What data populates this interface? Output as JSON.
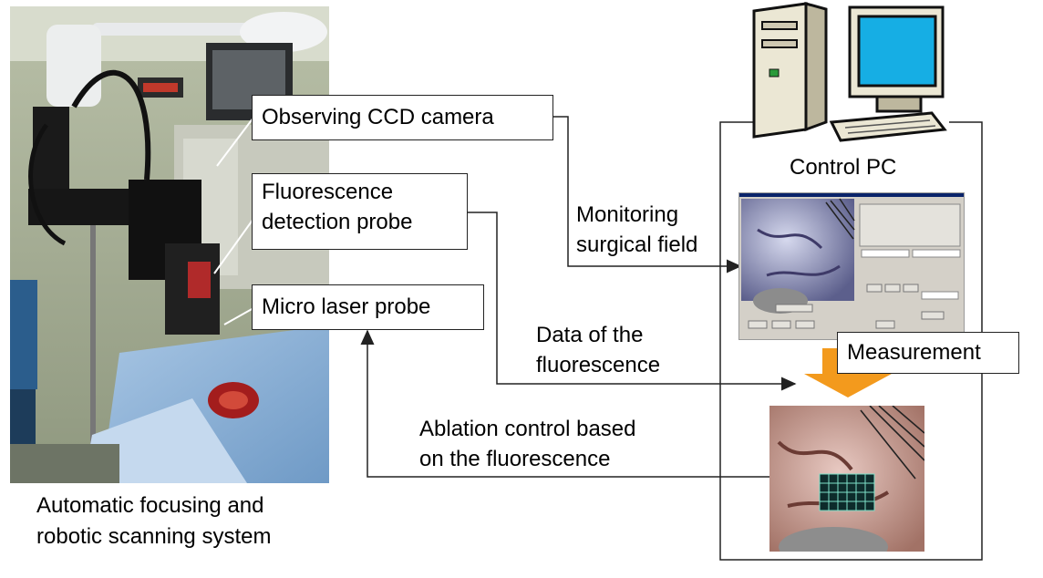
{
  "left_system": {
    "caption_line1": "Automatic focusing and",
    "caption_line2": "robotic scanning system"
  },
  "callouts": {
    "ccd_camera": "Observing CCD camera",
    "fluor_probe_line1": "Fluorescence",
    "fluor_probe_line2": "detection probe",
    "laser_probe": "Micro laser probe"
  },
  "flows": {
    "monitoring_line1": "Monitoring",
    "monitoring_line2": "surgical field",
    "data_line1": "Data of the",
    "data_line2": "fluorescence",
    "ablation_line1": "Ablation control based",
    "ablation_line2": "on the fluorescence"
  },
  "control_pc": {
    "label": "Control PC",
    "measurement_label": "Measurement"
  },
  "colors": {
    "arrow_fill": "#f39a1d",
    "line": "#222222"
  }
}
